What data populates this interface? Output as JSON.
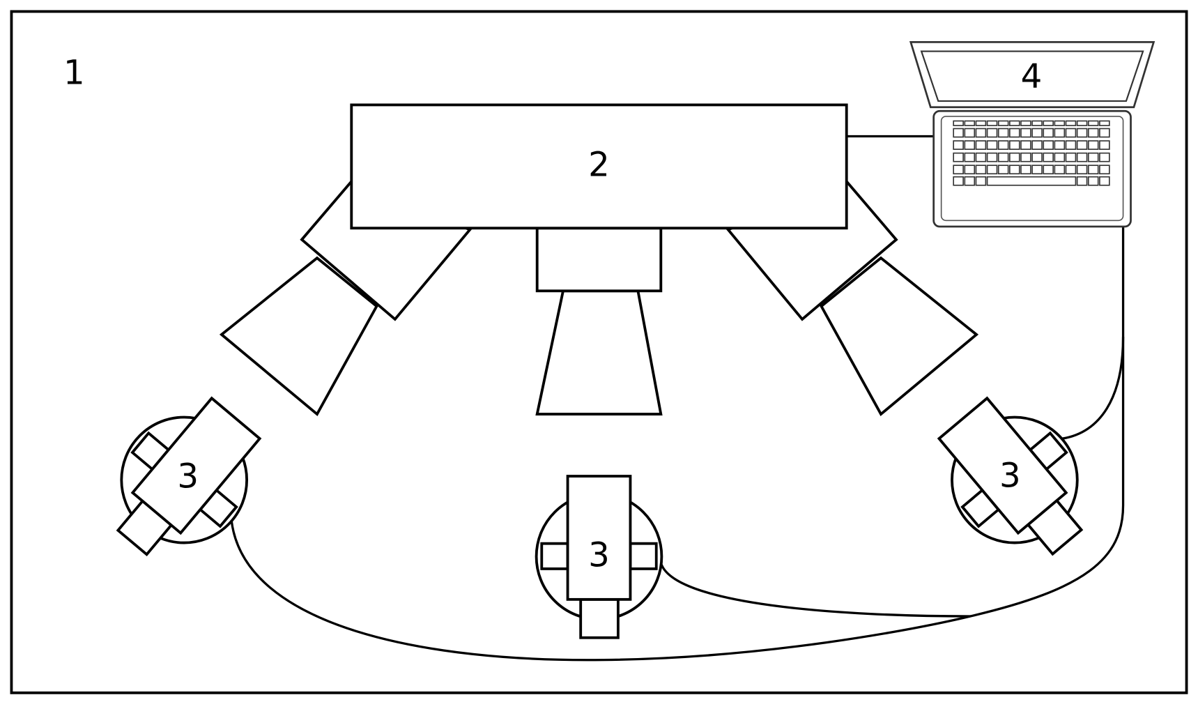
{
  "labels": {
    "room": "1",
    "projection_unit": "2",
    "camera_left": "3",
    "camera_center": "3",
    "camera_right": "3",
    "computer": "4"
  },
  "colors": {
    "stroke": "#000000",
    "background": "#ffffff"
  }
}
